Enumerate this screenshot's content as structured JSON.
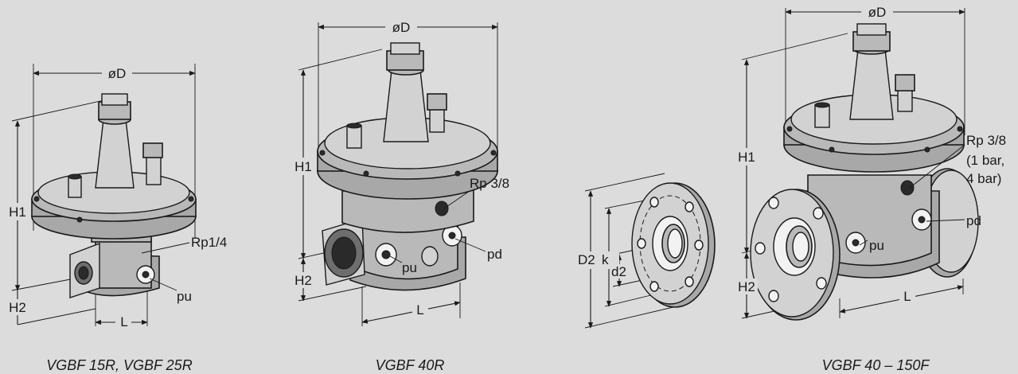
{
  "labels": {
    "d": "øD",
    "h1": "H1",
    "h2": "H2",
    "l": "L",
    "rp14": "Rp1/4",
    "rp38": "Rp 3/8",
    "rp38_note": [
      "(1 bar,",
      "4 bar)"
    ],
    "pu": "pu",
    "pd": "pd",
    "d2": "D2",
    "k": "k",
    "d2small": "d2"
  },
  "captions": {
    "left": "VGBF 15R, VGBF 25R",
    "middle": "VGBF 40R",
    "right": "VGBF 40 – 150F"
  }
}
